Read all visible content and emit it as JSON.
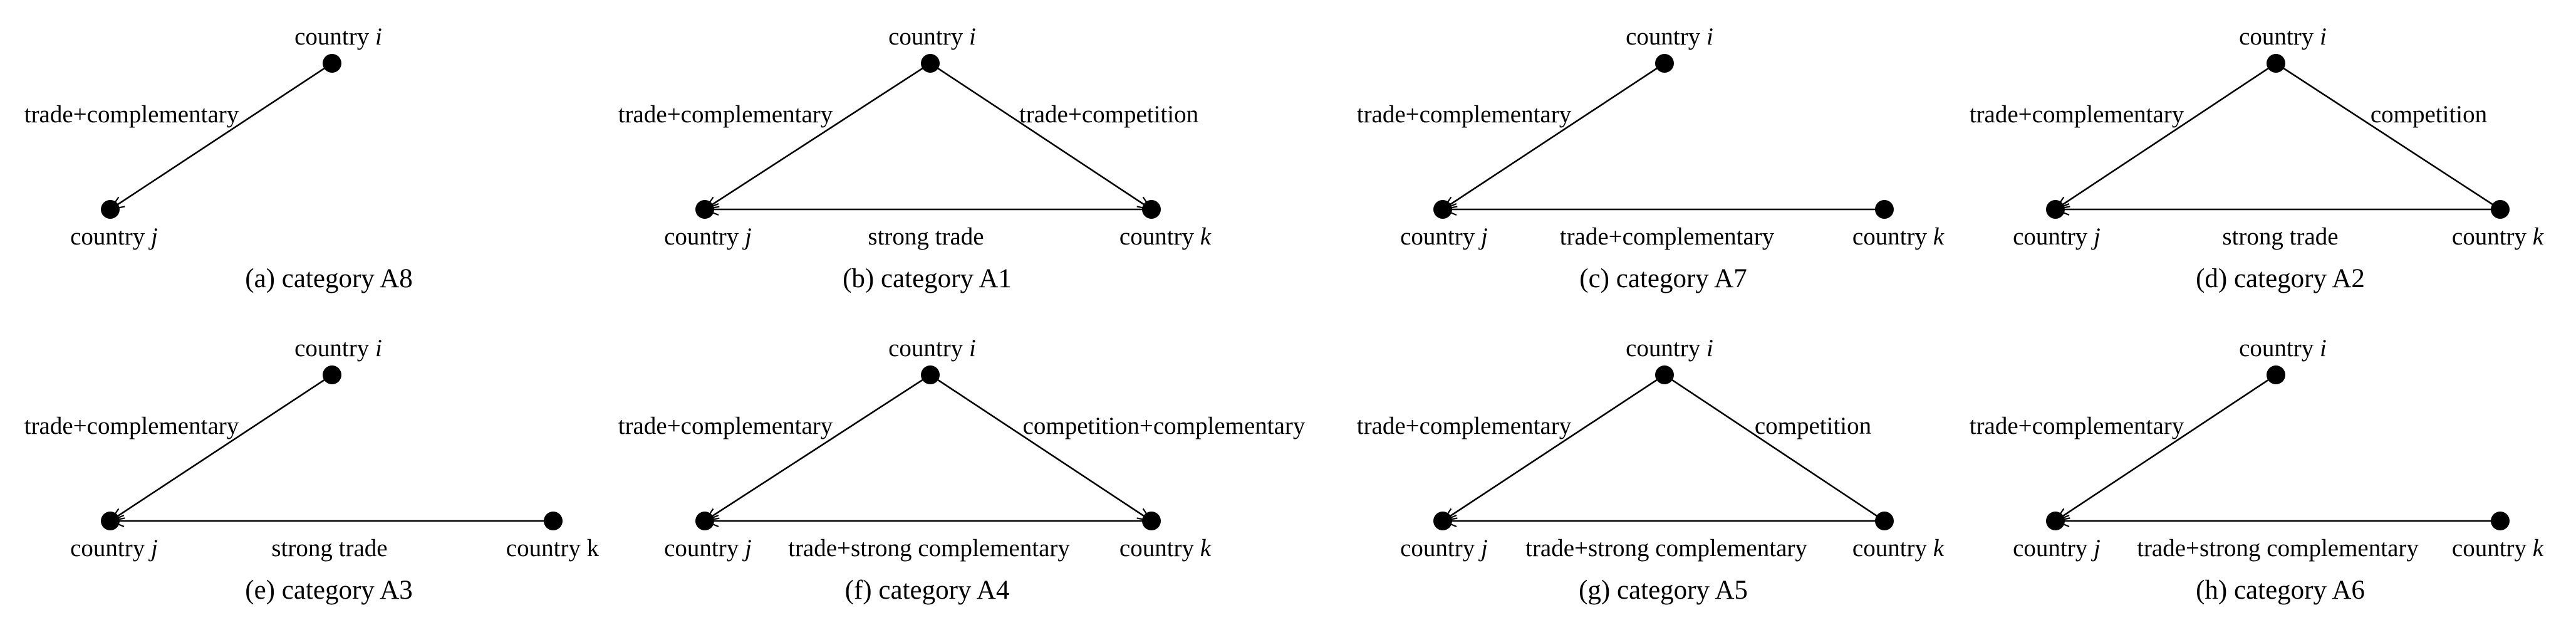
{
  "panels": [
    {
      "id": "a",
      "caption": "(a) category A8",
      "nodes": [
        {
          "id": "i",
          "prefix": "country ",
          "var": "i"
        },
        {
          "id": "j",
          "prefix": "country ",
          "var": "j"
        }
      ],
      "edges": [
        {
          "from": "i",
          "to": "j",
          "label": "trade+complementary"
        }
      ]
    },
    {
      "id": "b",
      "caption": "(b) category A1",
      "nodes": [
        {
          "id": "i",
          "prefix": "country ",
          "var": "i"
        },
        {
          "id": "j",
          "prefix": "country ",
          "var": "j"
        },
        {
          "id": "k",
          "prefix": "country ",
          "var": "k"
        }
      ],
      "edges": [
        {
          "from": "i",
          "to": "j",
          "label": "trade+complementary"
        },
        {
          "from": "i",
          "to": "k",
          "label": "trade+competition"
        },
        {
          "from": "k",
          "to": "j",
          "label": "strong trade"
        }
      ]
    },
    {
      "id": "c",
      "caption": "(c) category A7",
      "nodes": [
        {
          "id": "i",
          "prefix": "country ",
          "var": "i"
        },
        {
          "id": "j",
          "prefix": "country ",
          "var": "j"
        },
        {
          "id": "k",
          "prefix": "country ",
          "var": "k"
        }
      ],
      "edges": [
        {
          "from": "i",
          "to": "j",
          "label": "trade+complementary"
        },
        {
          "from": "k",
          "to": "j",
          "label": "trade+complementary"
        }
      ]
    },
    {
      "id": "d",
      "caption": "(d) category A2",
      "nodes": [
        {
          "id": "i",
          "prefix": "country ",
          "var": "i"
        },
        {
          "id": "j",
          "prefix": "country ",
          "var": "j"
        },
        {
          "id": "k",
          "prefix": "country ",
          "var": "k"
        }
      ],
      "edges": [
        {
          "from": "i",
          "to": "j",
          "label": "trade+complementary"
        },
        {
          "from": "i",
          "to": "k",
          "label": "competition"
        },
        {
          "from": "k",
          "to": "j",
          "label": "strong trade"
        }
      ]
    },
    {
      "id": "e",
      "caption": "(e) category A3",
      "nodes": [
        {
          "id": "i",
          "prefix": "country ",
          "var": "i"
        },
        {
          "id": "j",
          "prefix": "country ",
          "var": "j"
        },
        {
          "id": "k",
          "prefix": "country k",
          "var": ""
        }
      ],
      "edges": [
        {
          "from": "i",
          "to": "j",
          "label": "trade+complementary"
        },
        {
          "from": "k",
          "to": "j",
          "label": "strong trade"
        }
      ]
    },
    {
      "id": "f",
      "caption": "(f) category A4",
      "nodes": [
        {
          "id": "i",
          "prefix": "country ",
          "var": "i"
        },
        {
          "id": "j",
          "prefix": "country ",
          "var": "j"
        },
        {
          "id": "k",
          "prefix": "country ",
          "var": "k"
        }
      ],
      "edges": [
        {
          "from": "i",
          "to": "j",
          "label": "trade+complementary"
        },
        {
          "from": "i",
          "to": "k",
          "label": "competition+complementary"
        },
        {
          "from": "k",
          "to": "j",
          "label": "trade+strong complementary"
        }
      ]
    },
    {
      "id": "g",
      "caption": "(g) category A5",
      "nodes": [
        {
          "id": "i",
          "prefix": "country ",
          "var": "i"
        },
        {
          "id": "j",
          "prefix": "country ",
          "var": "j"
        },
        {
          "id": "k",
          "prefix": "country ",
          "var": "k"
        }
      ],
      "edges": [
        {
          "from": "i",
          "to": "j",
          "label": "trade+complementary"
        },
        {
          "from": "i",
          "to": "k",
          "label": "competition"
        },
        {
          "from": "k",
          "to": "j",
          "label": "trade+strong complementary"
        }
      ]
    },
    {
      "id": "h",
      "caption": "(h) category A6",
      "nodes": [
        {
          "id": "i",
          "prefix": "country ",
          "var": "i"
        },
        {
          "id": "j",
          "prefix": "country ",
          "var": "j"
        },
        {
          "id": "k",
          "prefix": "country ",
          "var": "k"
        }
      ],
      "edges": [
        {
          "from": "i",
          "to": "j",
          "label": "trade+complementary"
        },
        {
          "from": "k",
          "to": "j",
          "label": "trade+strong complementary"
        }
      ]
    }
  ]
}
